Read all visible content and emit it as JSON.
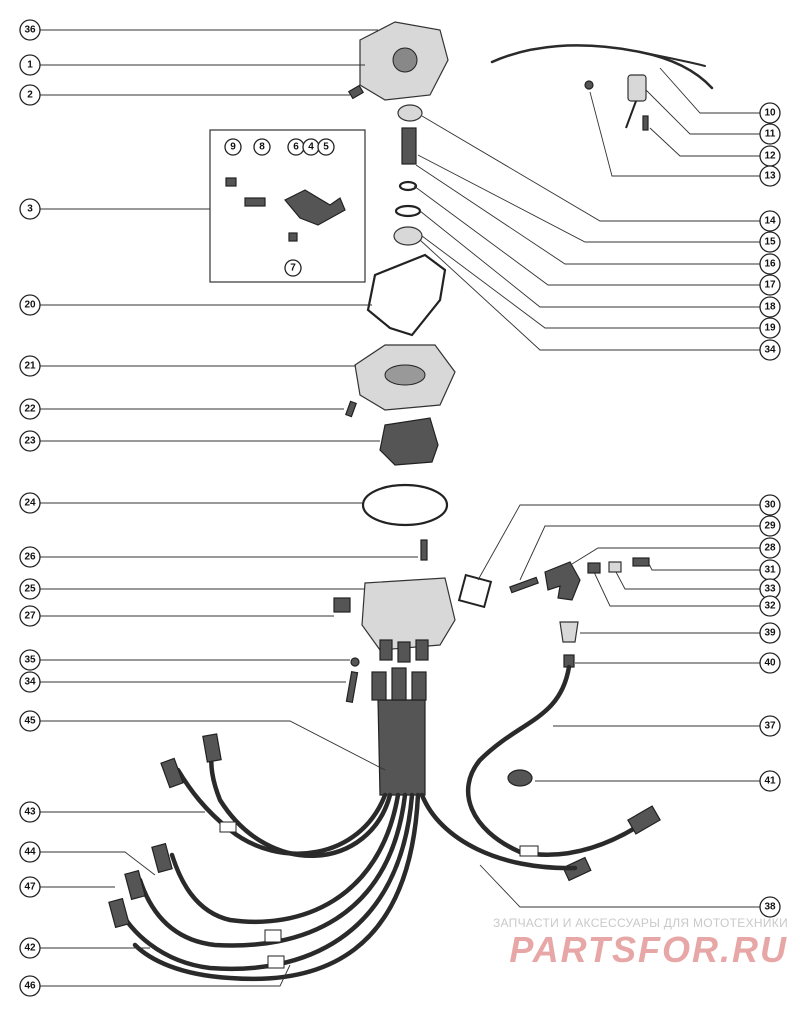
{
  "watermark": {
    "tagline": "ЗАПЧАСТИ И АКСЕССУАРЫ ДЛЯ МОТОТЕХНИКИ",
    "brand": "PARTSFOR.RU"
  },
  "callouts": {
    "c1": "1",
    "c2": "2",
    "c3": "3",
    "c4": "4",
    "c5": "5",
    "c6": "6",
    "c7": "7",
    "c8": "8",
    "c9": "9",
    "c10": "10",
    "c11": "11",
    "c12": "12",
    "c13": "13",
    "c14": "14",
    "c15": "15",
    "c16": "16",
    "c17": "17",
    "c18": "18",
    "c19": "19",
    "c20": "20",
    "c21": "21",
    "c22": "22",
    "c23": "23",
    "c24": "24",
    "c25": "25",
    "c26": "26",
    "c27": "27",
    "c28": "28",
    "c29": "29",
    "c30": "30",
    "c31": "31",
    "c32": "32",
    "c33": "33",
    "c34a": "34",
    "c34b": "34",
    "c35": "35",
    "c36": "36",
    "c37": "37",
    "c38": "38",
    "c39": "39",
    "c40": "40",
    "c41": "41",
    "c42": "42",
    "c43": "43",
    "c44": "44",
    "c45": "45",
    "c46": "46",
    "c47": "47"
  },
  "colors": {
    "ink": "#222222",
    "watermark_red": "#e8a7a7",
    "watermark_gray": "#c9c9c9"
  }
}
